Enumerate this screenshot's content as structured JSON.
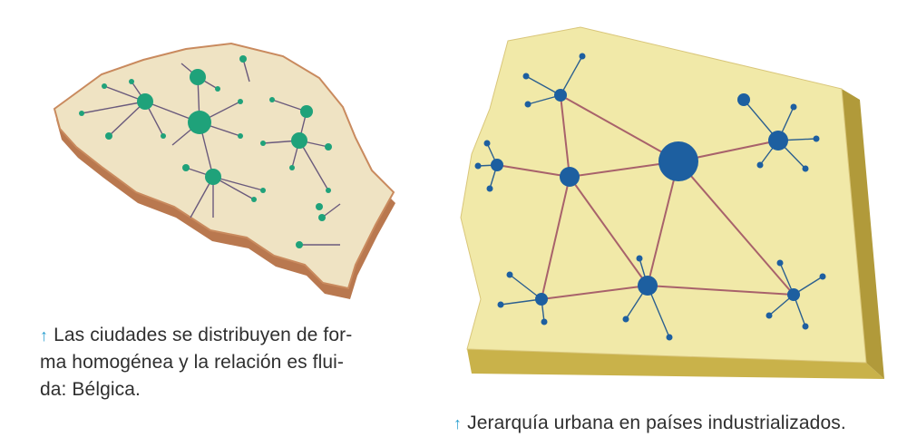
{
  "left_panel": {
    "caption_lines": [
      "Las ciudades se distribuyen de for-",
      "ma homogénea y la relación es flui-",
      "da: Bélgica."
    ]
  },
  "right_panel": {
    "caption": "Jerarquía urbana en países industrializados."
  },
  "colors": {
    "page_background": "#ffffff",
    "map_surface": "#efe3c3",
    "map_edge_left": "#b9784f",
    "block_top": "#f1e9a8",
    "block_side": "#c9b24a",
    "node_green": "#1fa27a",
    "node_blue": "#1d5fa0",
    "link_color": "#a8626b",
    "caption_arrow": "#2a9fd0",
    "caption_text": "#2f2f2f"
  },
  "icons": {
    "caption_marker": "up-arrow-icon"
  }
}
